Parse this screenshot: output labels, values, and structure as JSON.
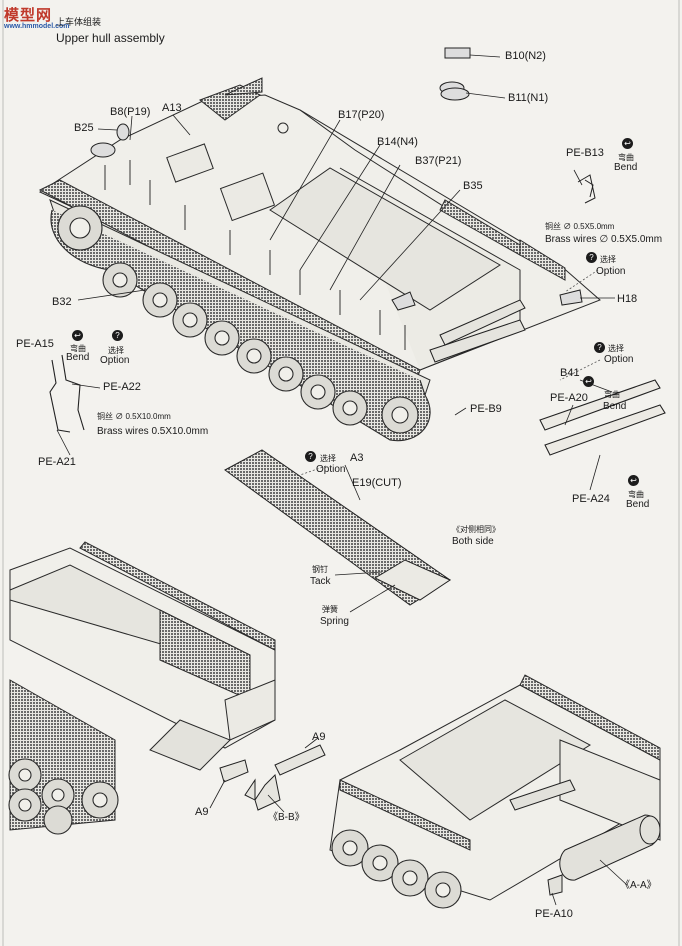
{
  "header": {
    "logo_text": "模型网",
    "logo_url": "www.hmmodel.com",
    "title_cn": "上车体组装",
    "title_en": "Upper hull assembly"
  },
  "parts": {
    "b10": "B10(N2)",
    "b11": "B11(N1)",
    "b8": "B8(P19)",
    "a13": "A13",
    "b25": "B25",
    "b17": "B17(P20)",
    "b14": "B14(N4)",
    "b37": "B37(P21)",
    "b35": "B35",
    "b32": "B32",
    "h18": "H18",
    "pe_b13": "PE-B13",
    "pe_a15": "PE-A15",
    "pe_a22": "PE-A22",
    "pe_a21": "PE-A21",
    "pe_b9": "PE-B9",
    "b41": "B41",
    "pe_a20": "PE-A20",
    "pe_a24": "PE-A24",
    "a3": "A3",
    "e19": "E19(CUT)",
    "a9_top": "A9",
    "a9_bottom": "A9",
    "bb": "《B-B》",
    "aa": "《A-A》",
    "pe_a10": "PE-A10"
  },
  "notes": {
    "bend_cn": "弯曲",
    "bend_en": "Bend",
    "option_cn": "选择",
    "option_en": "Option",
    "brass_cn_1": "铜丝 ∅ 0.5X5.0mm",
    "brass_en_1": "Brass wires  ∅ 0.5X5.0mm",
    "brass_cn_2": "铜丝 ∅ 0.5X10.0mm",
    "brass_en_2": "Brass wires  0.5X10.0mm",
    "both_cn": "《对侧相同》",
    "both_en": "Both side",
    "tack_cn": "钢钉",
    "tack_en": "Tack",
    "spring_cn": "弹簧",
    "spring_en": "Spring"
  }
}
